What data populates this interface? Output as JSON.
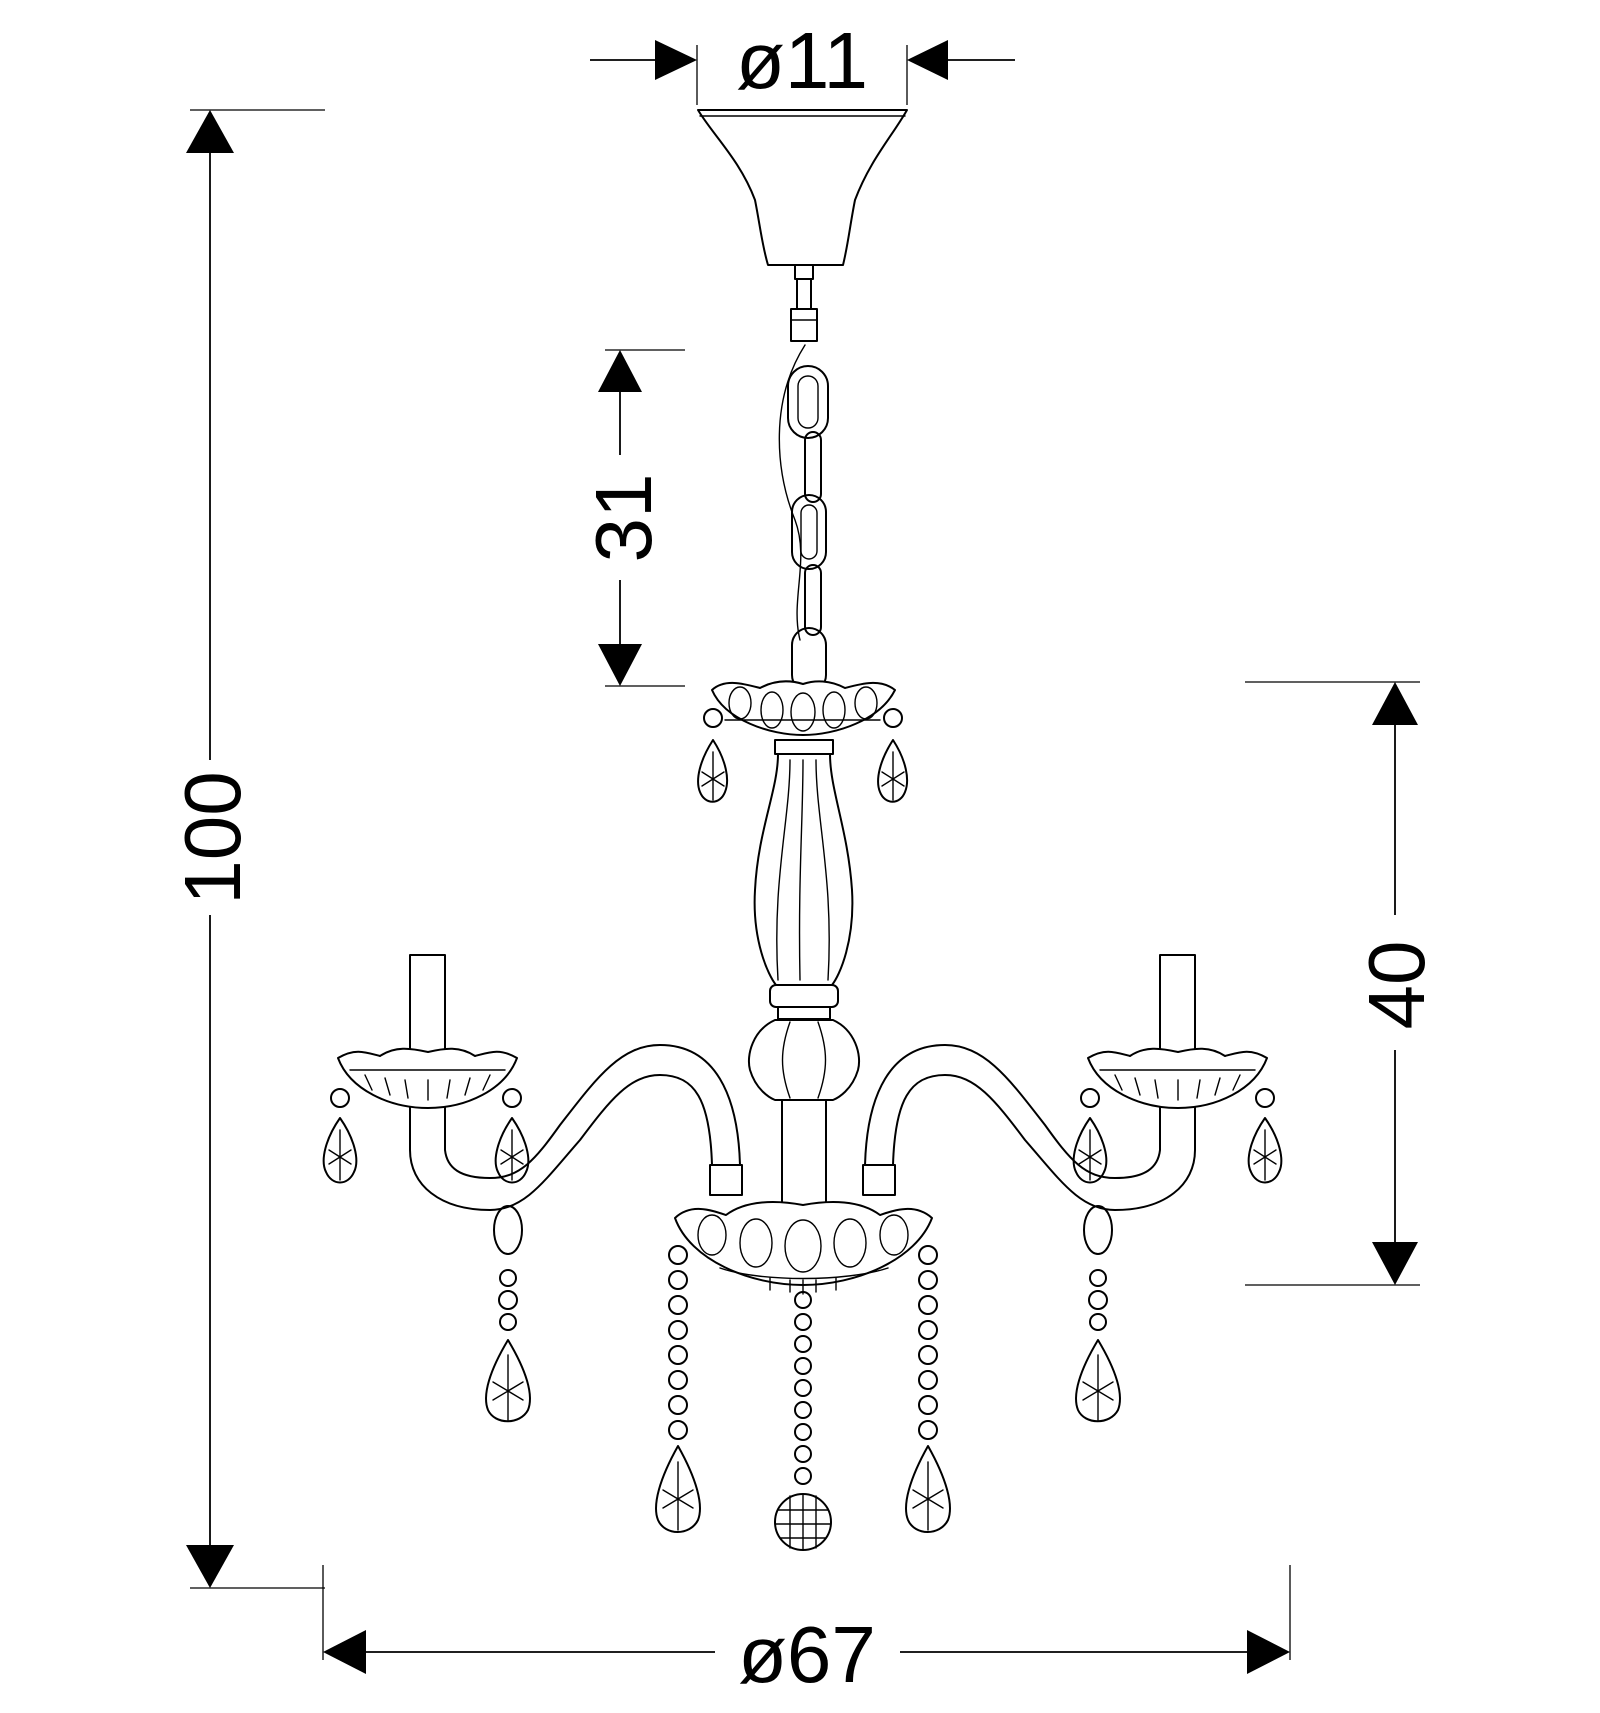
{
  "dimensions": {
    "canopy_diameter": "ø11",
    "chain_length": "31",
    "total_height": "100",
    "body_height": "40",
    "overall_diameter": "ø67"
  },
  "colors": {
    "line": "#000000",
    "background": "#ffffff"
  }
}
